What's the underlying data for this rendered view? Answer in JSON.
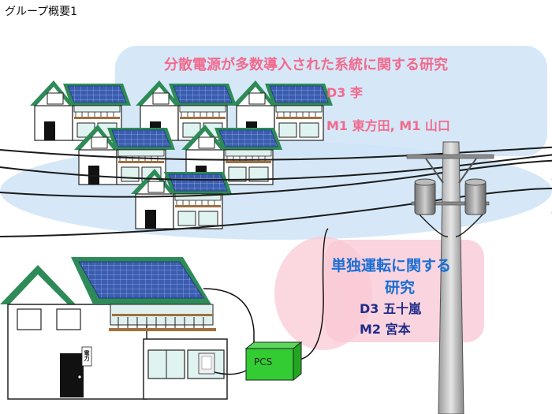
{
  "slide_title": "グループ概要1",
  "topic1": {
    "title": "分散電源が多数導入された系統に関する研究",
    "members_1": "D3 李",
    "members_2": "M1 東方田, M1 山口"
  },
  "topic2": {
    "title_line1": "単独運転に関する",
    "title_line2": "研究",
    "members_1": "D3 五十嵐",
    "members_2": "M2 宮本"
  },
  "pcs_label": "PCS",
  "meter_label": "電力",
  "colors": {
    "pink_text": "#f26a8d",
    "blue_text": "#1a6fd6",
    "navy_text": "#1f2b8a",
    "roof_green": "#2e8b57",
    "solar_panel": "#3b5db0",
    "pcs_box": "#33cc33",
    "blue_highlight": "#cfe4f7",
    "pink_highlight": "#f9c9d6"
  },
  "icons": [
    "house-icon",
    "solar-panel-icon",
    "utility-pole-icon",
    "transformer-icon",
    "power-line-icon",
    "pcs-box-icon",
    "meter-icon"
  ]
}
